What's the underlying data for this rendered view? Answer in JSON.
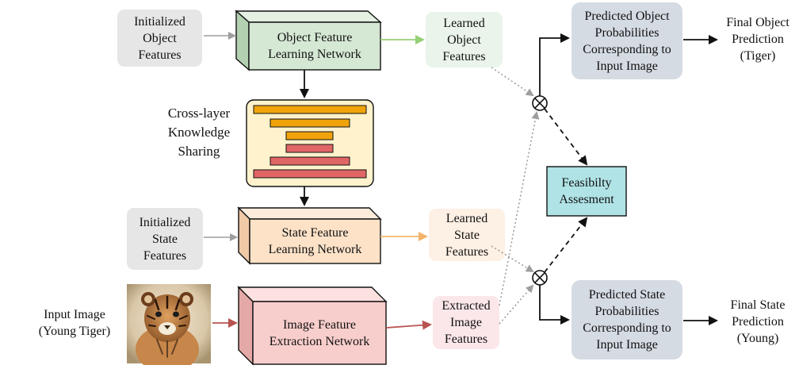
{
  "colors": {
    "gray_box": "#e6e6e6",
    "green_block": "#d5e8d4",
    "green_arrow": "#97d077",
    "learned_object_box": "#eaf4ea",
    "knowledge_box": "#fff2cc",
    "bar_orange": "#f0a30a",
    "bar_red": "#e06666",
    "peach_block": "#fde2c8",
    "peach_arrow": "#f5b46a",
    "learned_state_box": "#fdf0e4",
    "pink_block": "#f8cecc",
    "pink_arrow": "#b85450",
    "extracted_box": "#fbe7ea",
    "prediction_box": "#d5dbe3",
    "feasibility_box": "#b0e3e6"
  },
  "nodes": {
    "init_object": [
      "Initialized",
      "Object",
      "Features"
    ],
    "object_network": [
      "Object Feature",
      "Learning Network"
    ],
    "learned_object": [
      "Learned",
      "Object",
      "Features"
    ],
    "predicted_object": [
      "Predicted Object",
      "Probabilities",
      "Corresponding to",
      "Input Image"
    ],
    "final_object": [
      "Final Object",
      "Prediction",
      "(Tiger)"
    ],
    "knowledge_label": [
      "Cross-layer",
      "Knowledge",
      "Sharing"
    ],
    "feasibility": [
      "Feasibilty",
      "Assesment"
    ],
    "init_state": [
      "Initialized",
      "State",
      "Features"
    ],
    "state_network": [
      "State Feature",
      "Learning Network"
    ],
    "learned_state": [
      "Learned",
      "State",
      "Features"
    ],
    "input_image_label": [
      "Input Image",
      "(Young Tiger)"
    ],
    "image_network": [
      "Image Feature",
      "Extraction Network"
    ],
    "extracted": [
      "Extracted",
      "Image",
      "Features"
    ],
    "predicted_state": [
      "Predicted State",
      "Probabilities",
      "Corresponding to",
      "Input Image"
    ],
    "final_state": [
      "Final State",
      "Prediction",
      "(Young)"
    ]
  },
  "icons": {
    "combine_operator": "circled-times-icon",
    "input_photo": "tiger-cub-photo"
  }
}
